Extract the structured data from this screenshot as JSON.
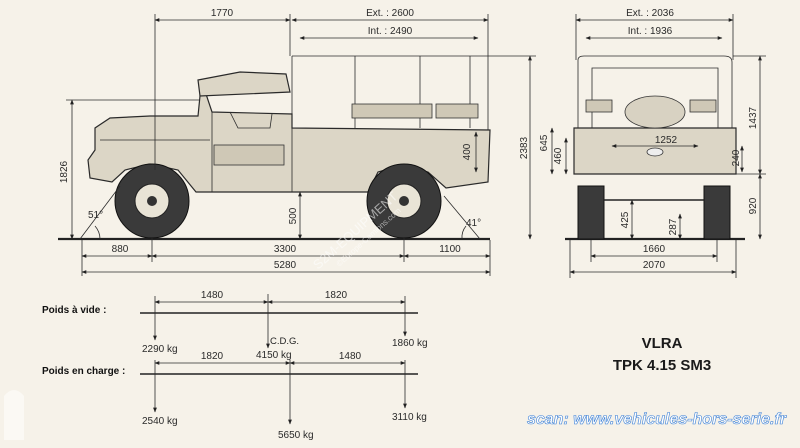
{
  "side_view": {
    "top_dims": {
      "front": "1770",
      "ext": "Ext. : 2600",
      "int": "Int. : 2490"
    },
    "height_total": "2383",
    "height_1826": "1826",
    "height_400": "400",
    "height_500": "500",
    "angle_front": "51°",
    "angle_rear": "41°",
    "bottom_dims": {
      "overhang_front": "880",
      "wheelbase": "3300",
      "overhang_rear": "1100",
      "total": "5280"
    }
  },
  "front_view": {
    "ext": "Ext. : 2036",
    "int": "Int. : 1936",
    "h_645": "645",
    "h_460": "460",
    "h_1252": "1252",
    "h_240": "240",
    "h_1437": "1437",
    "h_920": "920",
    "h_425": "425",
    "h_287": "287",
    "track": "1660",
    "width": "2070"
  },
  "watermark": {
    "line1": "S2M-EQUIPMENT",
    "line2": "©Europe-Camions.com"
  },
  "weights": {
    "empty": {
      "label": "Poids à vide :",
      "d1": "1480",
      "d2": "1820",
      "front": "2290 kg",
      "cdg_label": "C.D.G.",
      "cdg": "4150 kg",
      "rear": "1860 kg"
    },
    "loaded": {
      "label": "Poids en charge :",
      "d1": "1820",
      "d2": "1480",
      "front": "2540 kg",
      "total": "5650 kg",
      "rear": "3110 kg"
    }
  },
  "model": {
    "line1": "VLRA",
    "line2": "TPK 4.15 SM3"
  },
  "credit": "scan: www.vehicules-hors-serie.fr"
}
